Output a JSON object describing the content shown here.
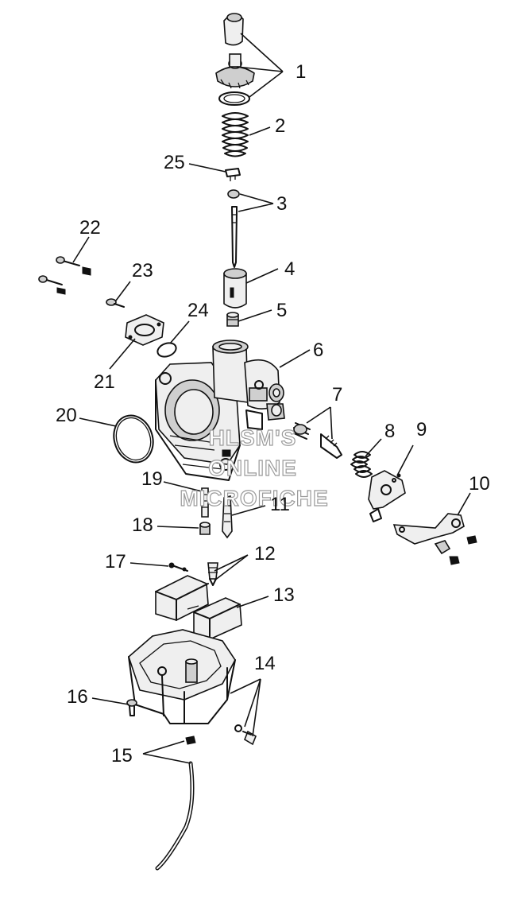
{
  "callouts": [
    "1",
    "2",
    "3",
    "4",
    "5",
    "6",
    "7",
    "8",
    "9",
    "10",
    "11",
    "12",
    "13",
    "14",
    "15",
    "16",
    "17",
    "18",
    "19",
    "20",
    "21",
    "22",
    "23",
    "24",
    "25"
  ],
  "watermark": [
    "HLSM'S",
    "ONLINE",
    "MICROFICHE"
  ]
}
